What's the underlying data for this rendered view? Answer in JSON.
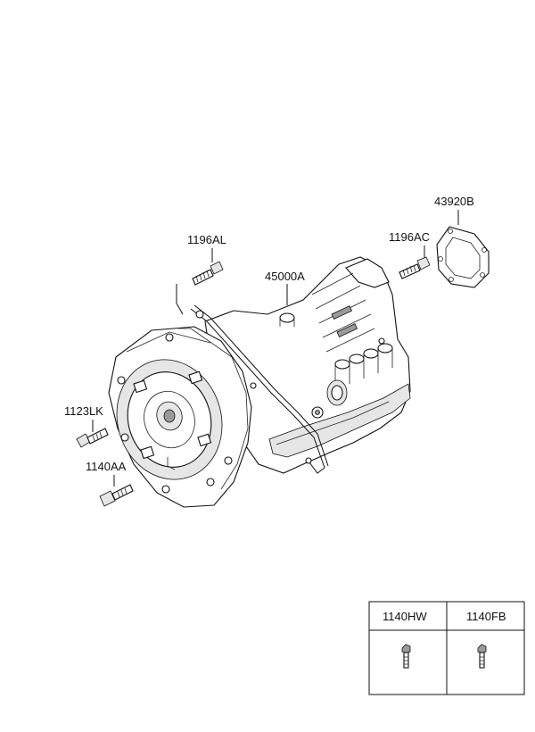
{
  "callouts": {
    "p43920B": "43920B",
    "p1196AC": "1196AC",
    "p1196AL": "1196AL",
    "p45000A": "45000A",
    "p1123LK": "1123LK",
    "p1140AA": "1140AA"
  },
  "fastener_table": {
    "col1": "1140HW",
    "col2": "1140FB"
  },
  "colors": {
    "line": "#111111",
    "background": "#ffffff"
  },
  "icons": [
    "bolt-icon",
    "gasket-icon",
    "transmission-assembly"
  ]
}
